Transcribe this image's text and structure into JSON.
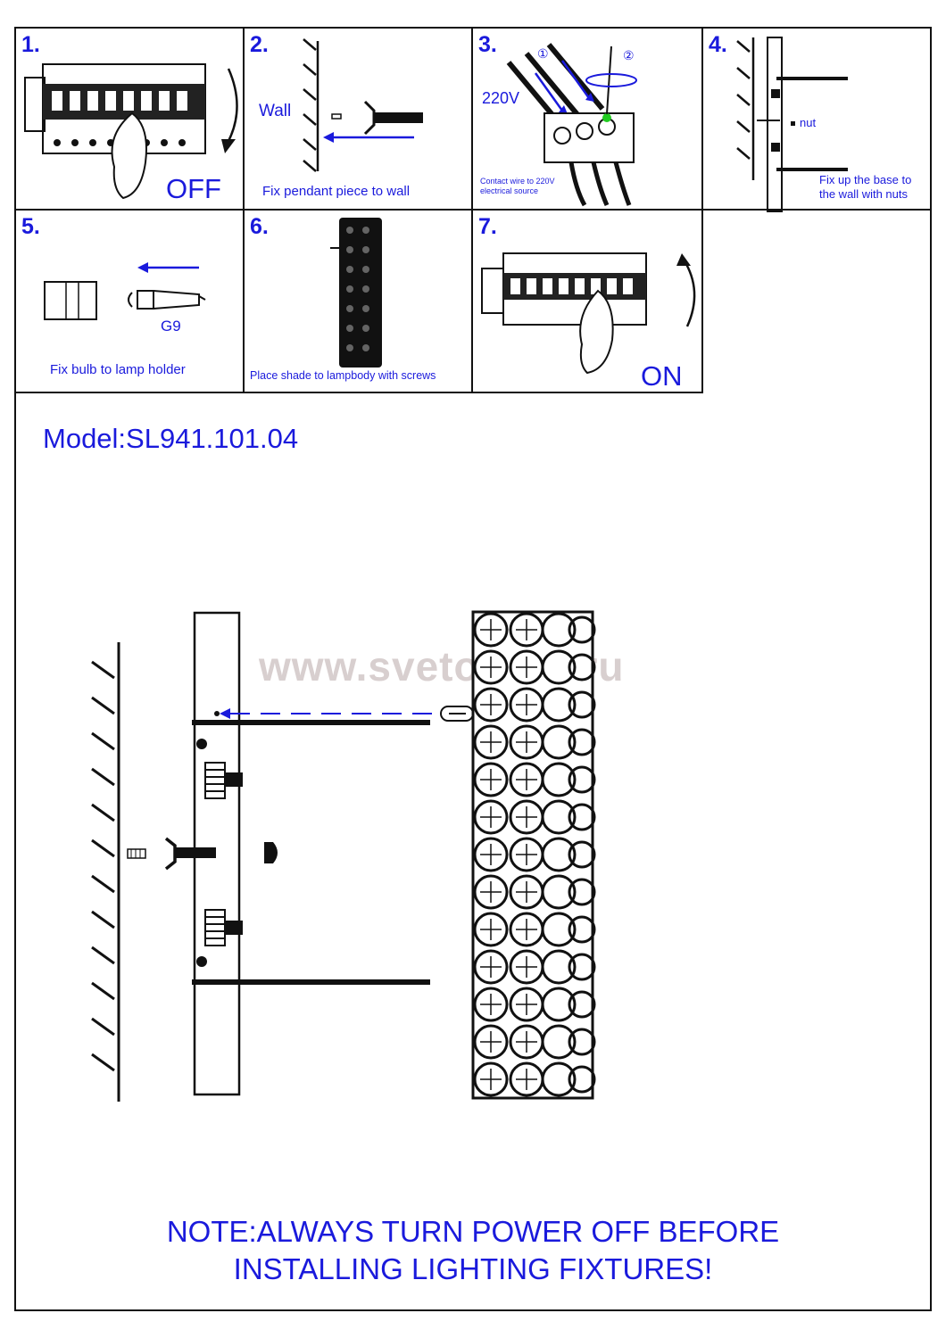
{
  "steps": [
    {
      "number": "1.",
      "label": "OFF"
    },
    {
      "number": "2.",
      "label": "Wall",
      "caption": "Fix pendant piece to wall"
    },
    {
      "number": "3.",
      "voltage": "220V",
      "marker1": "①",
      "marker2": "②",
      "caption_line1": "Contact wire to 220V",
      "caption_line2": "electrical source"
    },
    {
      "number": "4.",
      "nut": "nut",
      "caption_line1": "Fix up the base to",
      "caption_line2": "the wall with nuts"
    },
    {
      "number": "5.",
      "bulb": "G9",
      "caption": "Fix bulb to lamp holder"
    },
    {
      "number": "6.",
      "caption": "Place shade to lampbody with screws"
    },
    {
      "number": "7.",
      "label": "ON"
    }
  ],
  "model": "Model:SL941.101.04",
  "watermark": "www.svetodom.ru",
  "note": {
    "line1": "NOTE:ALWAYS TURN POWER OFF BEFORE",
    "line2": "INSTALLING LIGHTING FIXTURES!"
  },
  "colors": {
    "accent": "#1a1adc",
    "ink": "#111111",
    "watermark": "#d8cfcf",
    "green": "#22cc22"
  }
}
